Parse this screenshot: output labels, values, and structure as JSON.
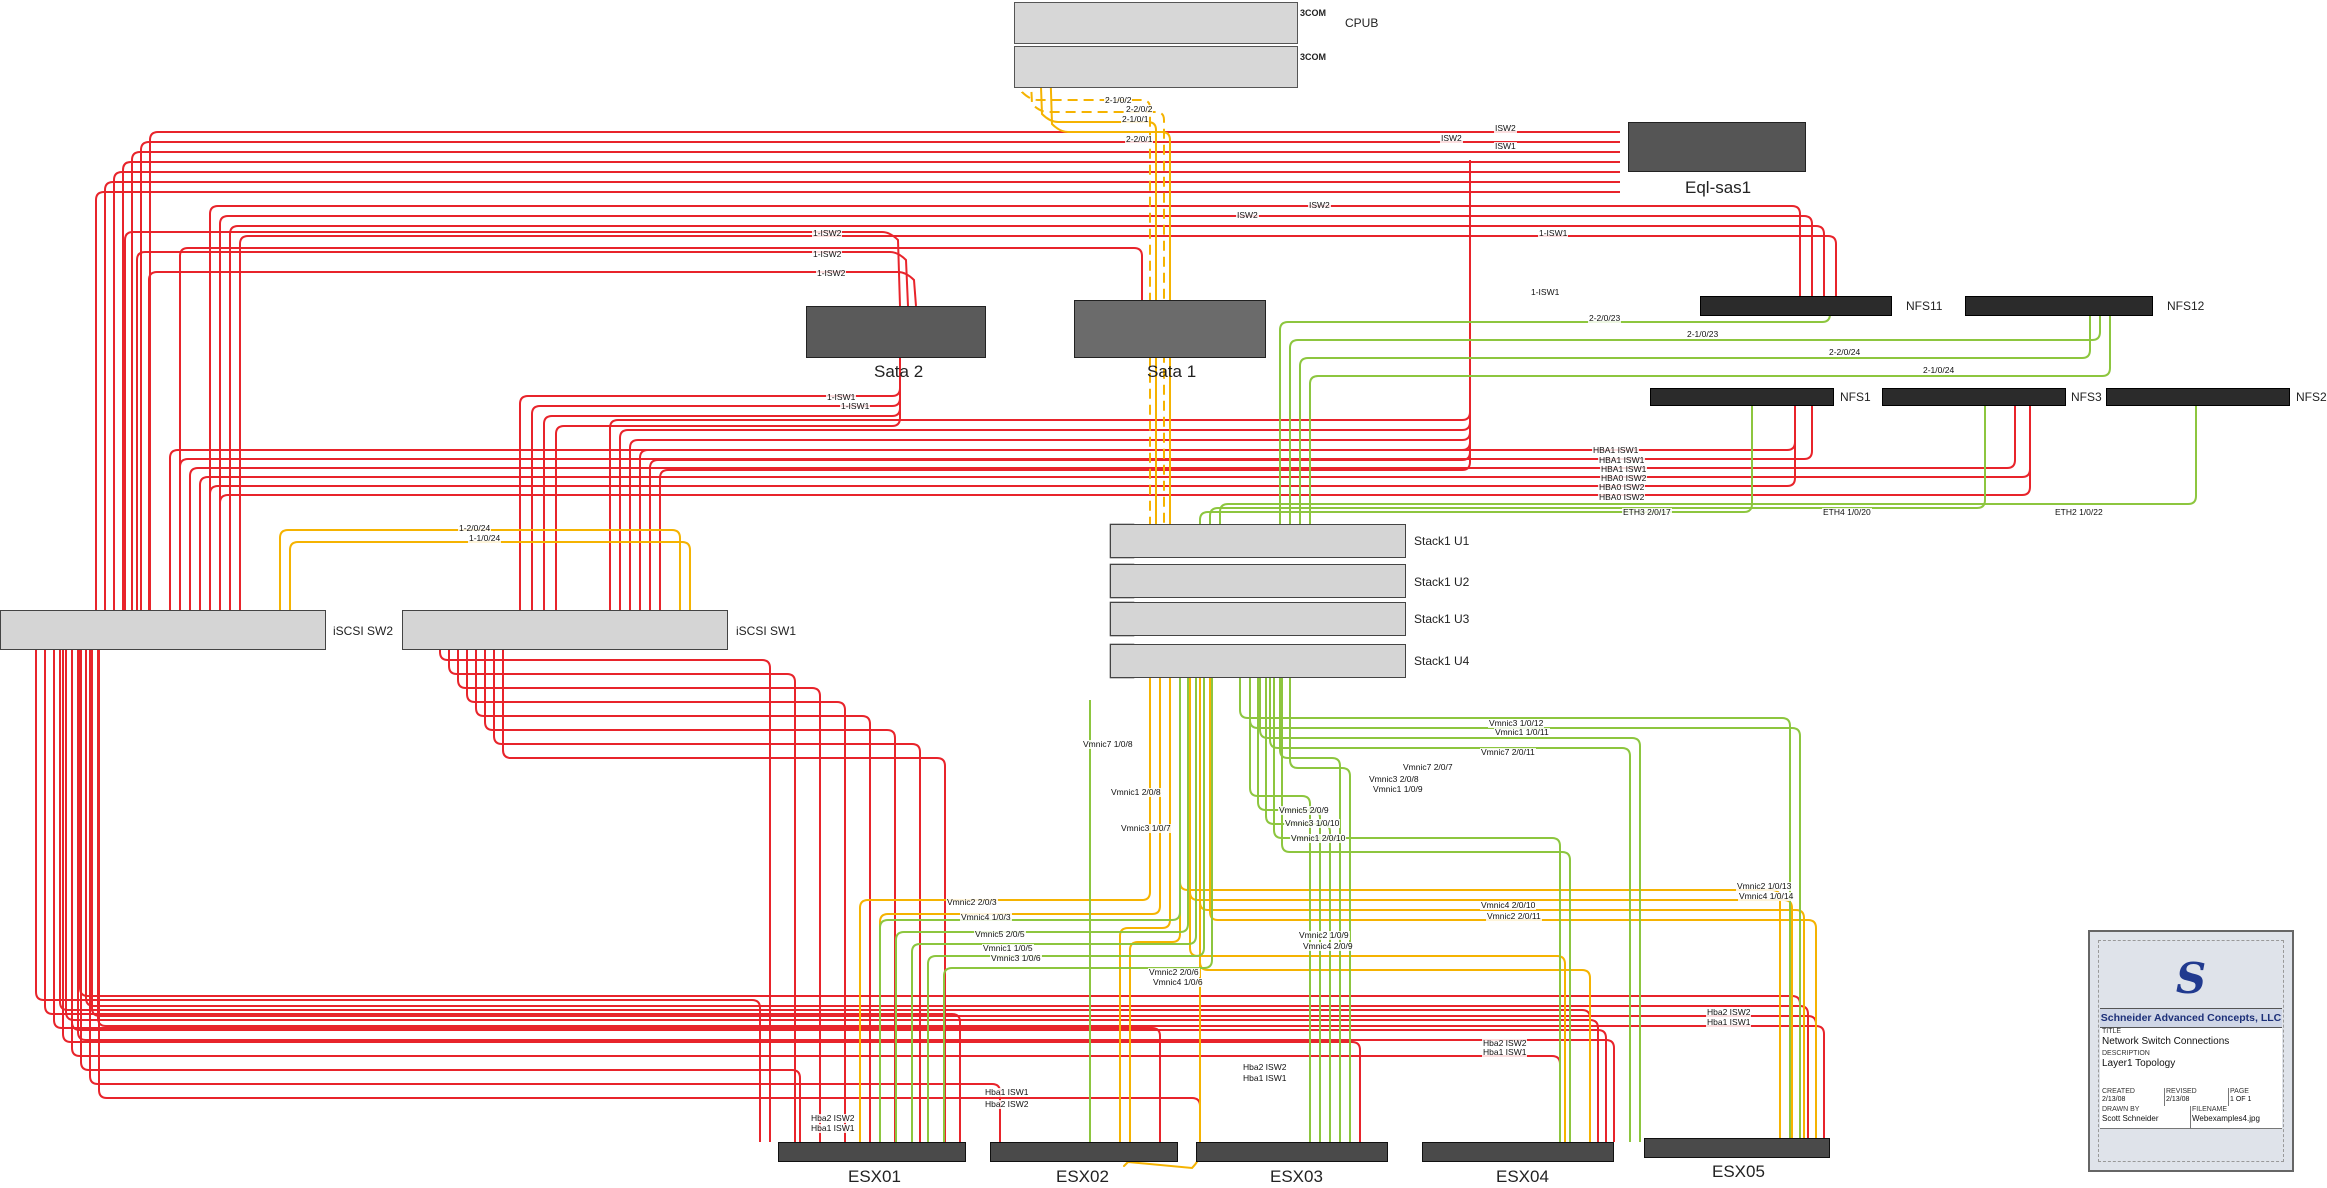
{
  "devices": {
    "cpub": "CPUB",
    "eql": "Eql-sas1",
    "sata2": "Sata 2",
    "sata1": "Sata 1",
    "nfs11": "NFS11",
    "nfs12": "NFS12",
    "nfs1": "NFS1",
    "nfs3": "NFS3",
    "nfs2": "NFS2",
    "stack_u1": "Stack1 U1",
    "stack_u2": "Stack1 U2",
    "stack_u3": "Stack1 U3",
    "stack_u4": "Stack1 U4",
    "iscsi_sw2": "iSCSI SW2",
    "iscsi_sw1": "iSCSI SW1",
    "esx01": "ESX01",
    "esx02": "ESX02",
    "esx03": "ESX03",
    "esx04": "ESX04",
    "esx05": "ESX05",
    "cpub_brand": "3COM"
  },
  "wire_labels": [
    {
      "id": "l1",
      "text": "2-1/0/2"
    },
    {
      "id": "l2",
      "text": "2-2/0/2"
    },
    {
      "id": "l3",
      "text": "2-1/0/1"
    },
    {
      "id": "l4",
      "text": "2-2/0/1"
    },
    {
      "id": "l5",
      "text": "ISW2"
    },
    {
      "id": "l6",
      "text": "ISW2"
    },
    {
      "id": "l7",
      "text": "ISW1"
    },
    {
      "id": "l8",
      "text": "ISW2"
    },
    {
      "id": "l9",
      "text": "ISW2"
    },
    {
      "id": "l10",
      "text": "1-ISW2"
    },
    {
      "id": "l11",
      "text": "1-ISW2"
    },
    {
      "id": "l12",
      "text": "1-ISW2"
    },
    {
      "id": "l13",
      "text": "1-ISW1"
    },
    {
      "id": "l14",
      "text": "1-ISW1"
    },
    {
      "id": "l15",
      "text": "2-2/0/23"
    },
    {
      "id": "l16",
      "text": "2-1/0/23"
    },
    {
      "id": "l17",
      "text": "2-2/0/24"
    },
    {
      "id": "l18",
      "text": "2-1/0/24"
    },
    {
      "id": "l19",
      "text": "1-ISW1"
    },
    {
      "id": "l20",
      "text": "1-ISW1"
    },
    {
      "id": "l21",
      "text": "HBA1 ISW1"
    },
    {
      "id": "l22",
      "text": "HBA1 ISW1"
    },
    {
      "id": "l23",
      "text": "HBA1 ISW1"
    },
    {
      "id": "l24",
      "text": "HBA0 ISW2"
    },
    {
      "id": "l25",
      "text": "HBA0 ISW2"
    },
    {
      "id": "l26",
      "text": "HBA0 ISW2"
    },
    {
      "id": "l27",
      "text": "ETH3 2/0/17"
    },
    {
      "id": "l28",
      "text": "ETH4 1/0/20"
    },
    {
      "id": "l29",
      "text": "ETH2 1/0/22"
    },
    {
      "id": "l30",
      "text": "1-2/0/24"
    },
    {
      "id": "l31",
      "text": "1-1/0/24"
    },
    {
      "id": "l32",
      "text": "Vmnic3 1/0/12"
    },
    {
      "id": "l33",
      "text": "Vmnic1 1/0/11"
    },
    {
      "id": "l34",
      "text": "Vmnic7 1/0/8"
    },
    {
      "id": "l35",
      "text": "Vmnic7 2/0/11"
    },
    {
      "id": "l36",
      "text": "Vmnic7 2/0/7"
    },
    {
      "id": "l37",
      "text": "Vmnic3 2/0/8"
    },
    {
      "id": "l38",
      "text": "Vmnic1 1/0/9"
    },
    {
      "id": "l39",
      "text": "Vmnic1 2/0/8"
    },
    {
      "id": "l40",
      "text": "Vmnic5 2/0/9"
    },
    {
      "id": "l41",
      "text": "Vmnic3 1/0/10"
    },
    {
      "id": "l42",
      "text": "Vmnic1 2/0/10"
    },
    {
      "id": "l43",
      "text": "Vmnic3 1/0/7"
    },
    {
      "id": "l44",
      "text": "Vmnic2 2/0/3"
    },
    {
      "id": "l45",
      "text": "Vmnic4 1/0/3"
    },
    {
      "id": "l46",
      "text": "Vmnic5 2/0/5"
    },
    {
      "id": "l47",
      "text": "Vmnic1 1/0/5"
    },
    {
      "id": "l48",
      "text": "Vmnic3 1/0/6"
    },
    {
      "id": "l49",
      "text": "Vmnic2 2/0/6"
    },
    {
      "id": "l50",
      "text": "Vmnic4 1/0/6"
    },
    {
      "id": "l51",
      "text": "Vmnic2 1/0/13"
    },
    {
      "id": "l52",
      "text": "Vmnic4 1/0/14"
    },
    {
      "id": "l53",
      "text": "Vmnic4 2/0/10"
    },
    {
      "id": "l54",
      "text": "Vmnic2 2/0/11"
    },
    {
      "id": "l55",
      "text": "Vmnic2 1/0/9"
    },
    {
      "id": "l56",
      "text": "Vmnic4 2/0/9"
    },
    {
      "id": "l57",
      "text": "Hba2 ISW2"
    },
    {
      "id": "l58",
      "text": "Hba1 ISW1"
    },
    {
      "id": "l59",
      "text": "Hba2 ISW2"
    },
    {
      "id": "l60",
      "text": "Hba1 ISW1"
    },
    {
      "id": "l61",
      "text": "Hba2 ISW2"
    },
    {
      "id": "l62",
      "text": "Hba1 ISW1"
    },
    {
      "id": "l63",
      "text": "Hba1 ISW1"
    },
    {
      "id": "l64",
      "text": "Hba2 ISW2"
    },
    {
      "id": "l65",
      "text": "Hba2 ISW2"
    },
    {
      "id": "l66",
      "text": "Hba1 ISW1"
    }
  ],
  "title_block": {
    "company": "Schneider Advanced Concepts, LLC",
    "title_key": "TITLE",
    "title": "Network Switch Connections",
    "description_key": "DESCRIPTION",
    "description": "Layer1 Topology",
    "created_key": "CREATED",
    "created": "2/13/08",
    "revised_key": "REVISED",
    "revised": "2/13/08",
    "page_key": "PAGE",
    "page": "1 OF 1",
    "drawn_by_key": "DRAWN BY",
    "drawn_by": "Scott Schneider",
    "filename_key": "FILENAME",
    "filename": "Webexamples4.jpg"
  },
  "colors": {
    "iscsi": "#e8242b",
    "uplink": "#f5b301",
    "lan": "#8dc63f",
    "device": "#2b2b2b"
  }
}
